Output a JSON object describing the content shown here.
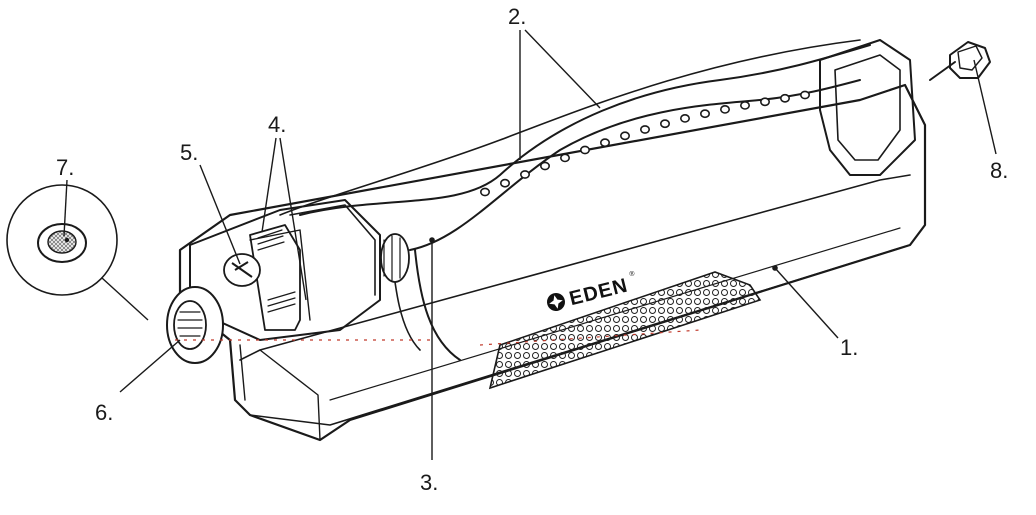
{
  "brand": {
    "name": "EDEN",
    "mark": "®",
    "logo_icon": "compass-star-icon"
  },
  "callouts": [
    {
      "id": "1",
      "text": "1."
    },
    {
      "id": "2",
      "text": "2."
    },
    {
      "id": "3",
      "text": "3."
    },
    {
      "id": "4",
      "text": "4."
    },
    {
      "id": "5",
      "text": "5."
    },
    {
      "id": "6",
      "text": "6."
    },
    {
      "id": "7",
      "text": "7."
    },
    {
      "id": "8",
      "text": "8."
    }
  ],
  "colors": {
    "line": "#1a1a1a",
    "background": "#ffffff",
    "accent_dots": "#c0392b"
  }
}
